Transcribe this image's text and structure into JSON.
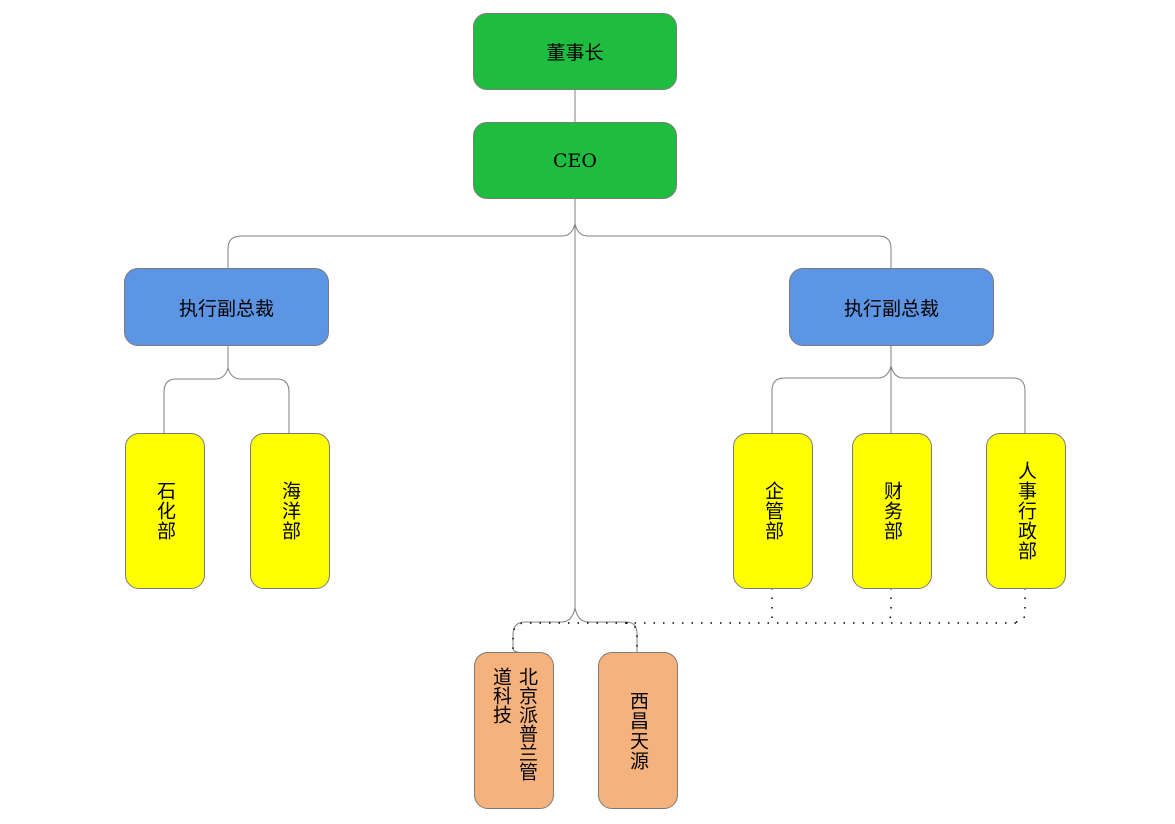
{
  "chart_title": "",
  "nodes": {
    "chairman": "董事长",
    "ceo": "CEO",
    "evp_left": "执行副总裁",
    "evp_right": "执行副总裁",
    "petrochemical": "石化部",
    "marine": "海洋部",
    "enterprise_mgmt": "企管部",
    "finance": "财务部",
    "hr_admin": "人事行政部",
    "beijing_pipeline": "北京派普兰管道科技",
    "xichang_tianyuan": "西昌天源"
  },
  "colors": {
    "executive": "#1fbd3f",
    "vice_president": "#5b95e4",
    "department": "#ffff00",
    "subsidiary": "#f6b27d",
    "connector": "#808080",
    "dotted_connector": "#000000"
  },
  "relations": [
    {
      "from": "chairman",
      "to": "ceo",
      "style": "solid"
    },
    {
      "from": "ceo",
      "to": "evp_left",
      "style": "solid"
    },
    {
      "from": "ceo",
      "to": "evp_right",
      "style": "solid"
    },
    {
      "from": "ceo",
      "to": "beijing_pipeline",
      "style": "solid"
    },
    {
      "from": "ceo",
      "to": "xichang_tianyuan",
      "style": "solid"
    },
    {
      "from": "evp_left",
      "to": "petrochemical",
      "style": "solid"
    },
    {
      "from": "evp_left",
      "to": "marine",
      "style": "solid"
    },
    {
      "from": "evp_right",
      "to": "enterprise_mgmt",
      "style": "solid"
    },
    {
      "from": "evp_right",
      "to": "finance",
      "style": "solid"
    },
    {
      "from": "evp_right",
      "to": "hr_admin",
      "style": "solid"
    },
    {
      "from": "enterprise_mgmt",
      "to": "subsidiaries",
      "style": "dotted"
    },
    {
      "from": "finance",
      "to": "subsidiaries",
      "style": "dotted"
    },
    {
      "from": "hr_admin",
      "to": "subsidiaries",
      "style": "dotted"
    }
  ]
}
